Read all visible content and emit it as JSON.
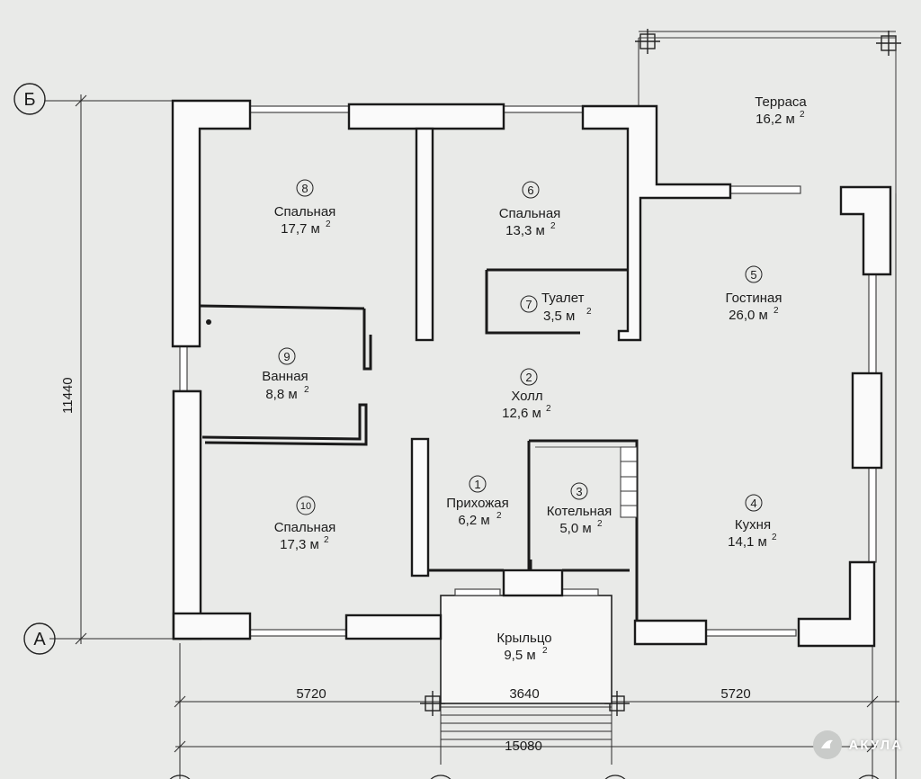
{
  "axes": {
    "left_top": "Б",
    "left_bottom": "А"
  },
  "rooms": [
    {
      "id": "bedroom_8",
      "number": "8",
      "name": "Спальная",
      "area": "17,7 м",
      "sup": "2"
    },
    {
      "id": "bedroom_6",
      "number": "6",
      "name": "Спальная",
      "area": "13,3 м",
      "sup": "2"
    },
    {
      "id": "toilet_7",
      "number": "7",
      "name": "Туалет",
      "area": "3,5 м",
      "sup": "2"
    },
    {
      "id": "living_5",
      "number": "5",
      "name": "Гостиная",
      "area": "26,0 м",
      "sup": "2"
    },
    {
      "id": "bath_9",
      "number": "9",
      "name": "Ванная",
      "area": "8,8 м",
      "sup": "2"
    },
    {
      "id": "hall_2",
      "number": "2",
      "name": "Холл",
      "area": "12,6 м",
      "sup": "2"
    },
    {
      "id": "entry_1",
      "number": "1",
      "name": "Прихожая",
      "area": "6,2 м",
      "sup": "2"
    },
    {
      "id": "boiler_3",
      "number": "3",
      "name": "Котельная",
      "area": "5,0 м",
      "sup": "2"
    },
    {
      "id": "kitchen_4",
      "number": "4",
      "name": "Кухня",
      "area": "14,1 м",
      "sup": "2"
    },
    {
      "id": "bedroom_10",
      "number": "10",
      "name": "Спальная",
      "area": "17,3 м",
      "sup": "2"
    },
    {
      "id": "terrace",
      "number": "",
      "name": "Терраса",
      "area": "16,2 м",
      "sup": "2"
    },
    {
      "id": "porch",
      "number": "",
      "name": "Крыльцо",
      "area": "9,5 м",
      "sup": "2"
    }
  ],
  "dimensions": {
    "height": "11440",
    "left_span": "5720",
    "mid_span": "3640",
    "right_span": "5720",
    "total": "15080"
  },
  "watermark": {
    "text": "АКУЛА"
  }
}
